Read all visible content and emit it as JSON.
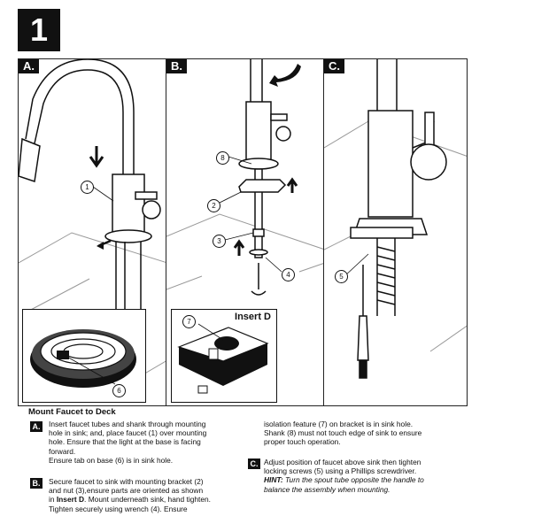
{
  "step": {
    "number": "1"
  },
  "panels": [
    {
      "label": "A."
    },
    {
      "label": "B."
    },
    {
      "label": "C."
    }
  ],
  "callouts": {
    "a1": "1",
    "a6": "6",
    "b8": "8",
    "b2": "2",
    "b3": "3",
    "b4": "4",
    "b7": "7",
    "c5": "5"
  },
  "inset_b": {
    "title": "Insert D"
  },
  "section": {
    "heading": "Mount Faucet to Deck"
  },
  "instructions": {
    "a": {
      "badge": "A.",
      "lines": [
        "Insert faucet tubes and shank through mounting",
        "hole in sink; and, place faucet (1) over mounting",
        "hole. Ensure that the light at the base is facing",
        "forward.",
        "Ensure tab on base (6) is in sink hole."
      ]
    },
    "b": {
      "badge": "B.",
      "line1": "Secure faucet to sink with mounting bracket (2)",
      "line2": "and nut (3),ensure parts are oriented as shown",
      "line3_pre": "in ",
      "line3_bold": "Insert D",
      "line3_post": ". Mount underneath sink, hand tighten.",
      "line4": "Tighten securely using wrench (4). Ensure",
      "cont": [
        "isolation feature (7) on bracket is in sink hole.",
        "Shank (8) must not touch edge of sink to ensure",
        "proper touch operation."
      ]
    },
    "c": {
      "badge": "C.",
      "line1": "Adjust position of faucet above sink then tighten",
      "line2": "locking screws (5) using a Phillips screwdriver.",
      "hint_label": "HINT:",
      "hint_1": " Turn the spout tube opposite the handle to",
      "hint_2": "balance the assembly when mounting."
    }
  }
}
